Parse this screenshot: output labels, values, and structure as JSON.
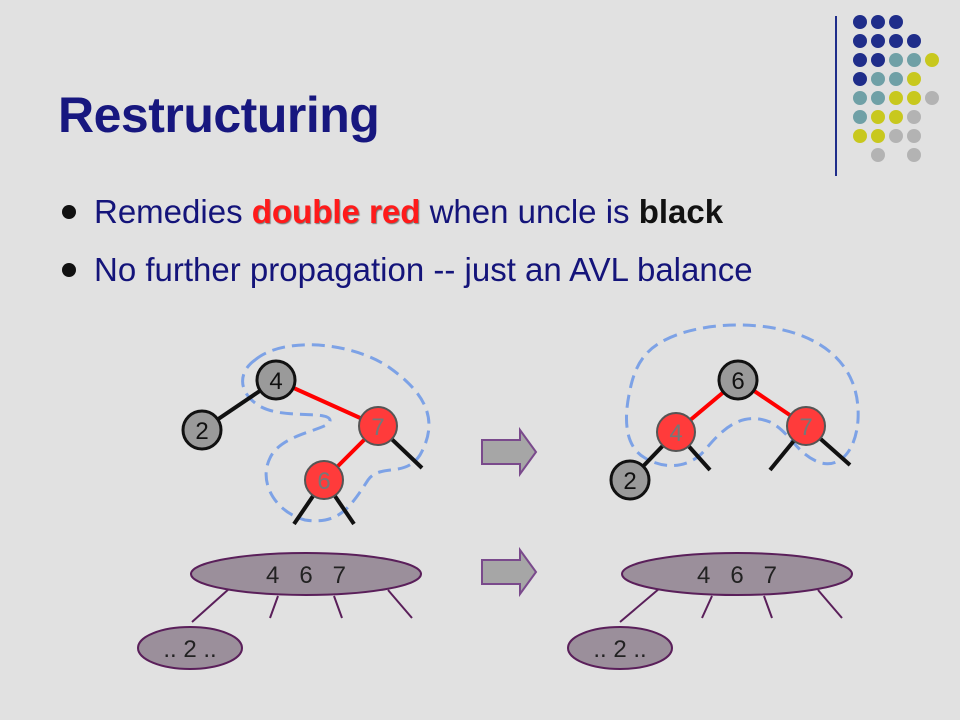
{
  "slide": {
    "title": "Restructuring",
    "bullets": [
      {
        "prefix": "Remedies ",
        "highlight": "double red",
        "middle": " when uncle is ",
        "bold": "black"
      },
      {
        "text": "No further propagation -- just an AVL balance"
      }
    ]
  },
  "before_tree": {
    "root": "4",
    "left": "2",
    "right": "7",
    "grandchild": "6"
  },
  "after_tree": {
    "root": "6",
    "left": "4",
    "right": "7",
    "left_child": "2"
  },
  "before_node": {
    "keys": "4   6   7",
    "child": ".. 2 .."
  },
  "after_node": {
    "keys": "4   6   7",
    "child": ".. 2 .."
  },
  "colors": {
    "title": "#17177f",
    "text": "#14147a",
    "red_node": "#ff3b3b",
    "red_edge": "#ff0000",
    "dashed_outline": "#7da2e6",
    "black_node": "#9a9a9a",
    "btree_node": "#9b8f9b",
    "btree_border": "#5a1f5a",
    "arrow_fill": "#a6a6a6"
  },
  "decoration": {
    "dot_colors": [
      "#1f2d8a",
      "#6fa0a6",
      "#c8c81e",
      "#b3b3b3"
    ]
  }
}
